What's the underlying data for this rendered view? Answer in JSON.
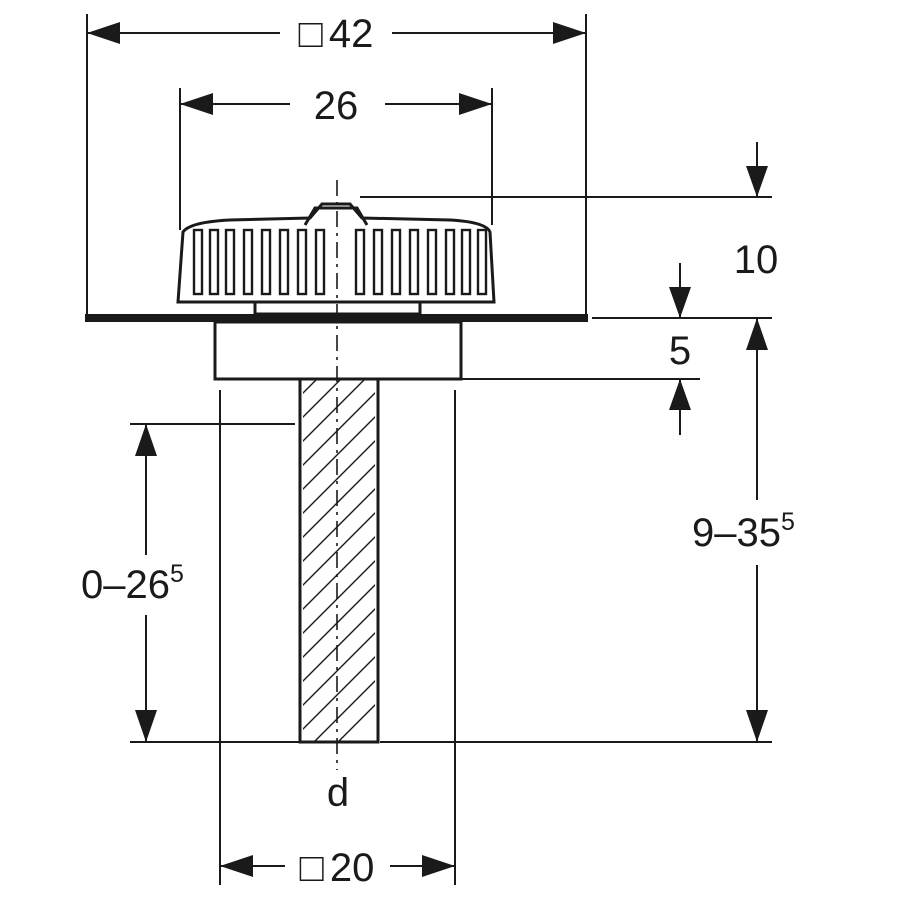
{
  "dimensions": {
    "top_width": {
      "symbol": "□",
      "value": "42"
    },
    "grate_width": {
      "value": "26"
    },
    "height_top": {
      "value": "10"
    },
    "flange_height": {
      "value": "5"
    },
    "right_range": {
      "value": "9–35",
      "superscript": "5"
    },
    "left_range": {
      "value": "0–26",
      "superscript": "5"
    },
    "pipe_label": {
      "value": "d"
    },
    "bottom_width": {
      "symbol": "□",
      "value": "20"
    }
  }
}
